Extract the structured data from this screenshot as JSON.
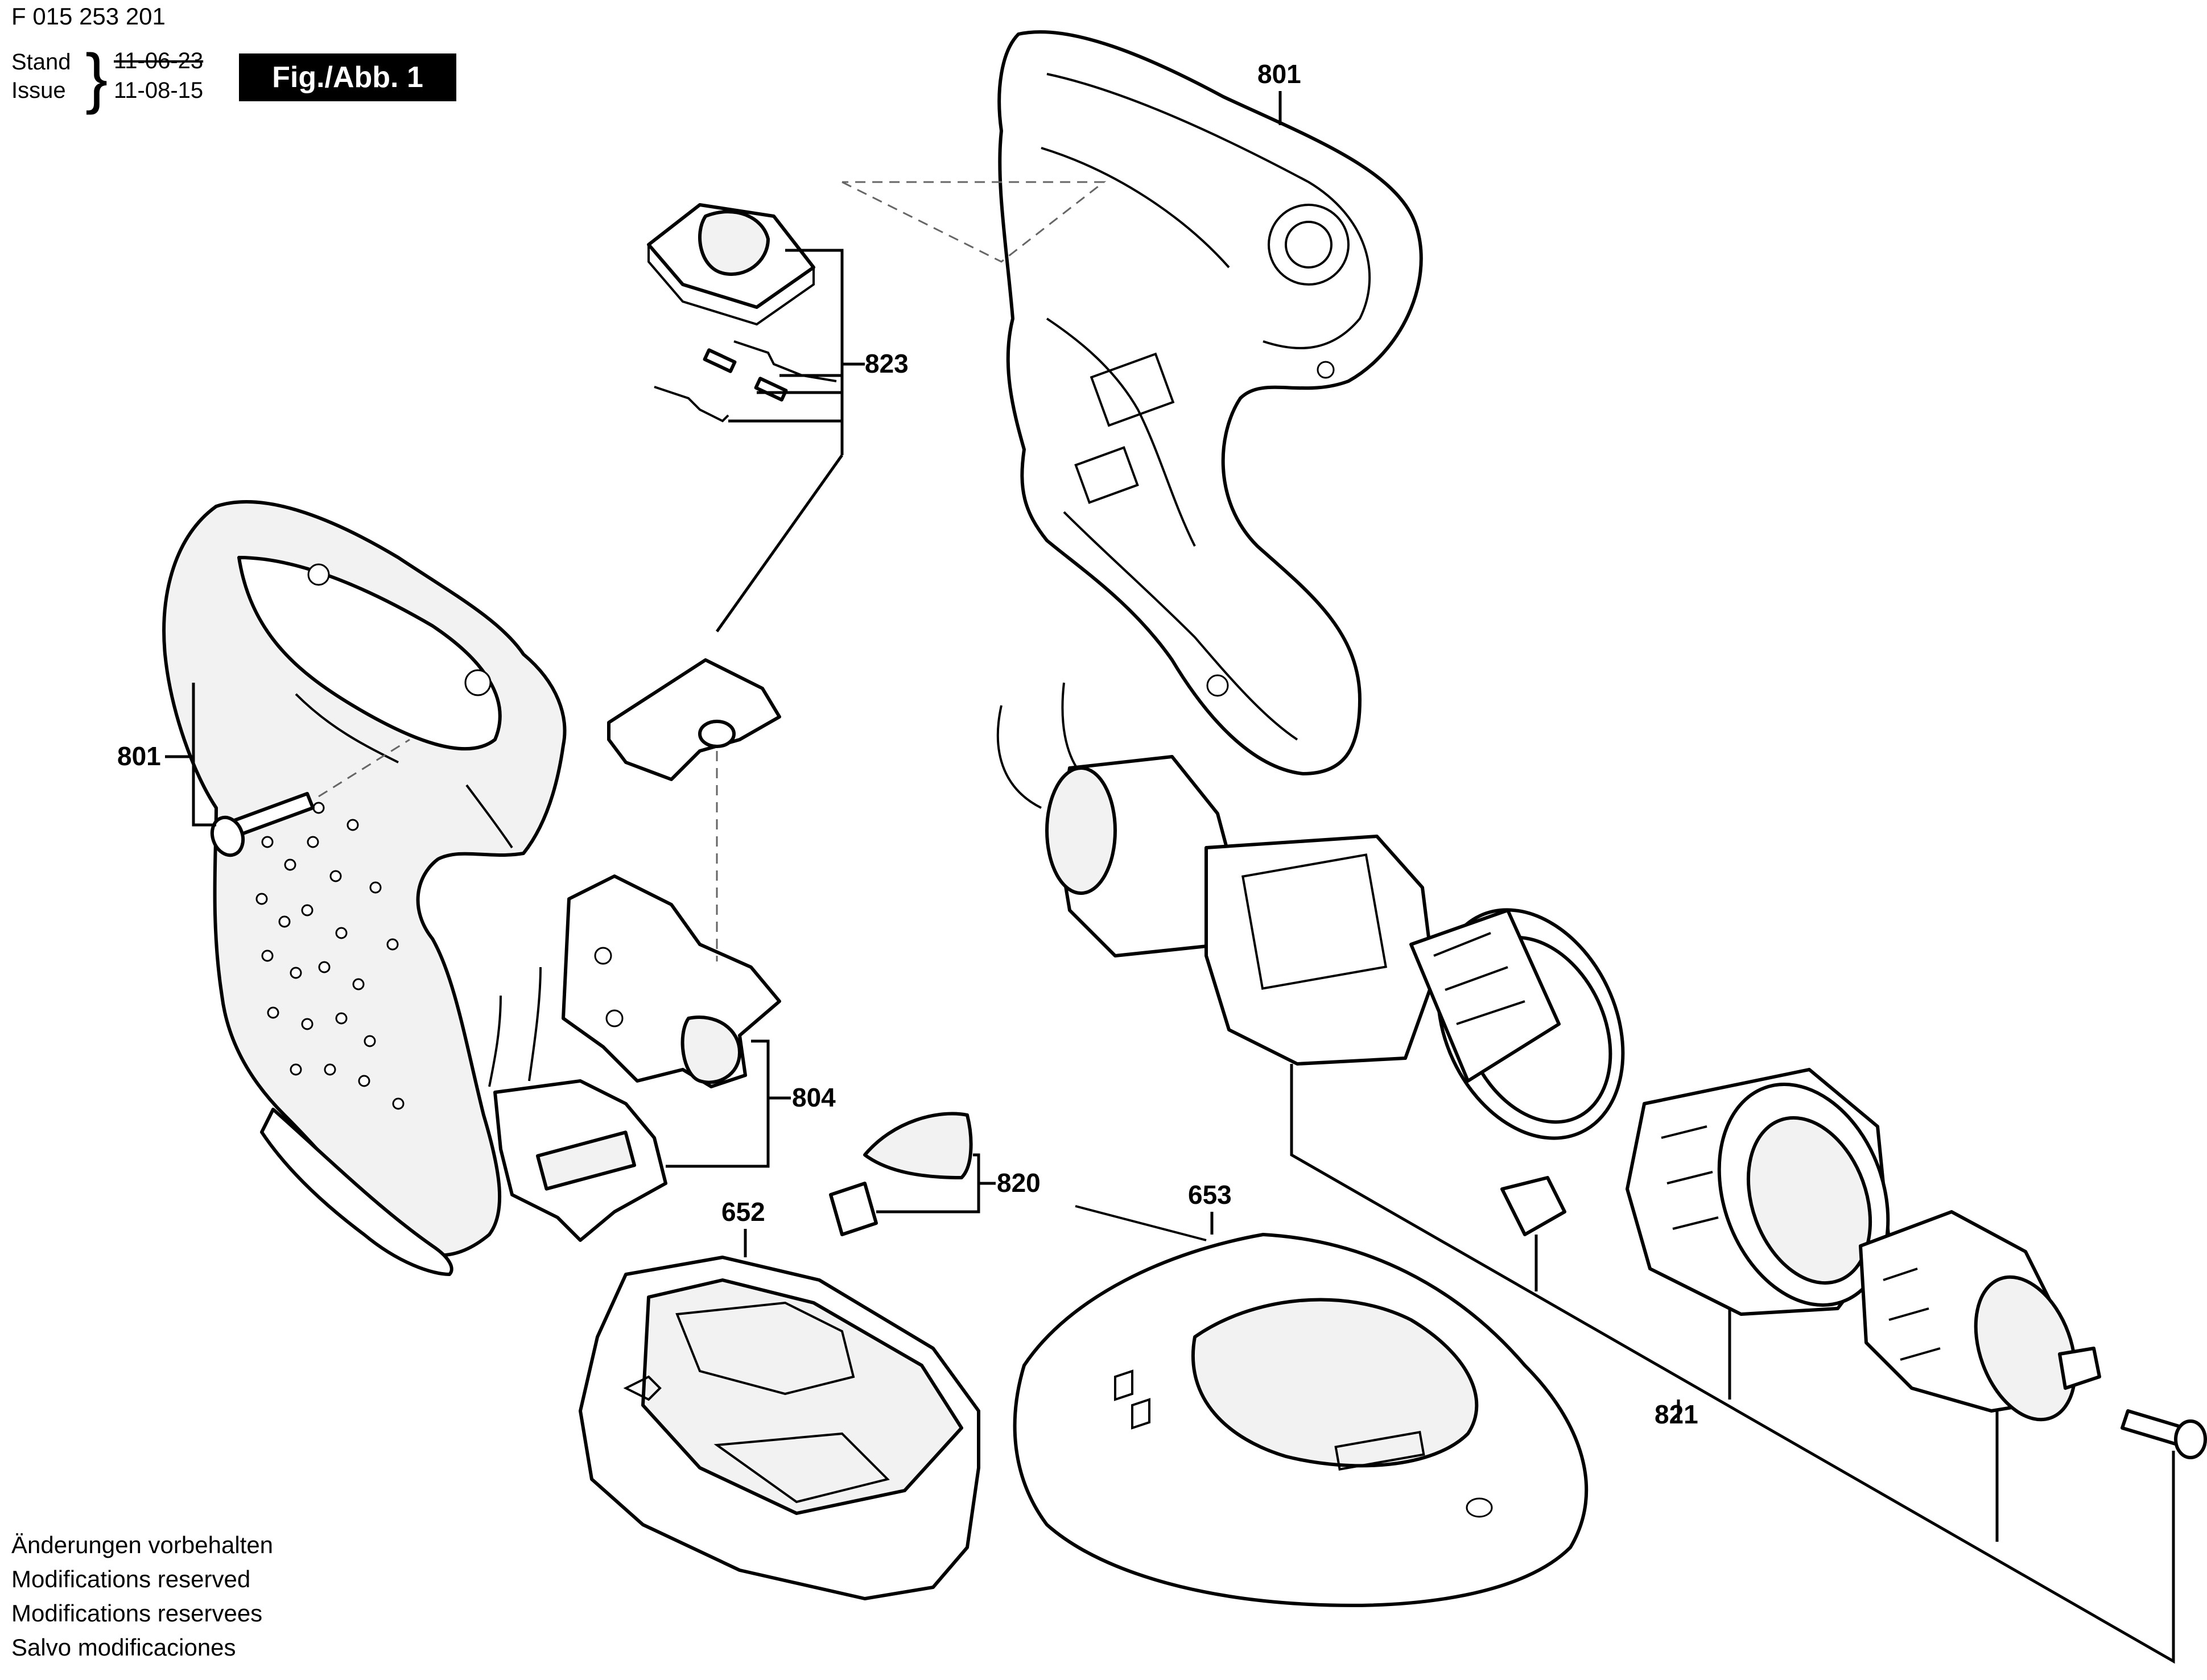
{
  "header": {
    "document_number": "F 015 253 201",
    "stand_label": "Stand",
    "issue_label": "Issue",
    "stand_date": "11-06-23",
    "issue_date": "11-08-15",
    "figure_label": "Fig./Abb. 1"
  },
  "footer": {
    "notes": [
      "Änderungen vorbehalten",
      "Modifications reserved",
      "Modifications reservees",
      "Salvo modificaciones"
    ]
  },
  "callouts": {
    "housing_right": "801",
    "housing_left": "801",
    "switch_cover": "823",
    "switch": "804",
    "direction_lever": "820",
    "battery": "652",
    "charger": "653",
    "gearbox_chuck": "821"
  }
}
